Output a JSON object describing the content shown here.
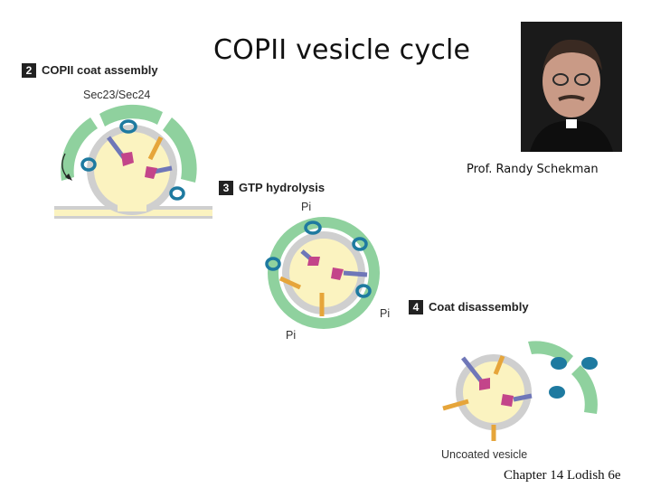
{
  "title": "COPII vesicle cycle",
  "steps": [
    {
      "number": "2",
      "label": "COPII coat assembly"
    },
    {
      "number": "3",
      "label": "GTP hydrolysis"
    },
    {
      "number": "4",
      "label": "Coat disassembly"
    }
  ],
  "labels": {
    "sec": "Sec23/Sec24",
    "pi_top": "Pi",
    "pi_right": "Pi",
    "pi_bottom": "Pi",
    "uncoated": "Uncoated vesicle"
  },
  "photo_caption": "Prof. Randy Schekman",
  "footer": "Chapter 14 Lodish 6e",
  "colors": {
    "coat": "#8fd19e",
    "membrane": "#cfcfcf",
    "vesicle": "#fbf3c0",
    "cargo": "#c3458a",
    "receptor": "#6f77b8",
    "sar1": "#e6a53a",
    "gtp": "#1e7aa0"
  }
}
